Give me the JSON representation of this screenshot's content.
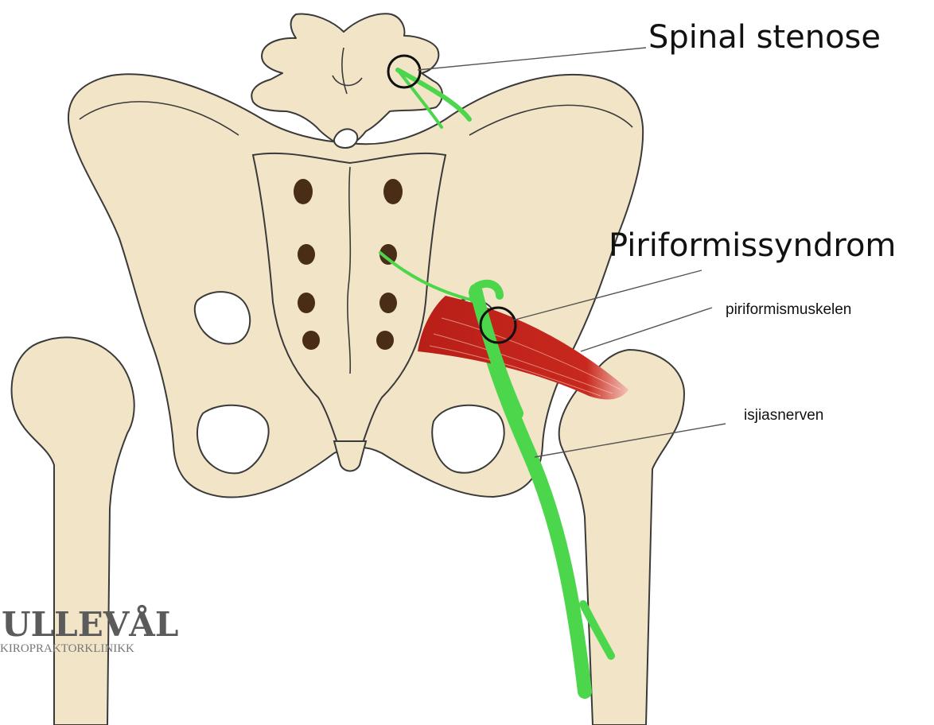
{
  "labels": {
    "spinal_stenosis": "Spinal stenose",
    "piriformis_syndrome": "Piriformissyndrom",
    "piriformis_muscle": "piriformismuskelen",
    "sciatic_nerve": "isjiasnerven"
  },
  "watermark": {
    "line1": "ULLEVÅL",
    "line2": "KIROPRAKTORKLINIKK"
  },
  "colors": {
    "bone": "#f2e4c6",
    "bone_outline": "#3a3a3a",
    "nerve": "#4cd64c",
    "muscle": "#c0231b",
    "foramina": "#4a2d17"
  }
}
